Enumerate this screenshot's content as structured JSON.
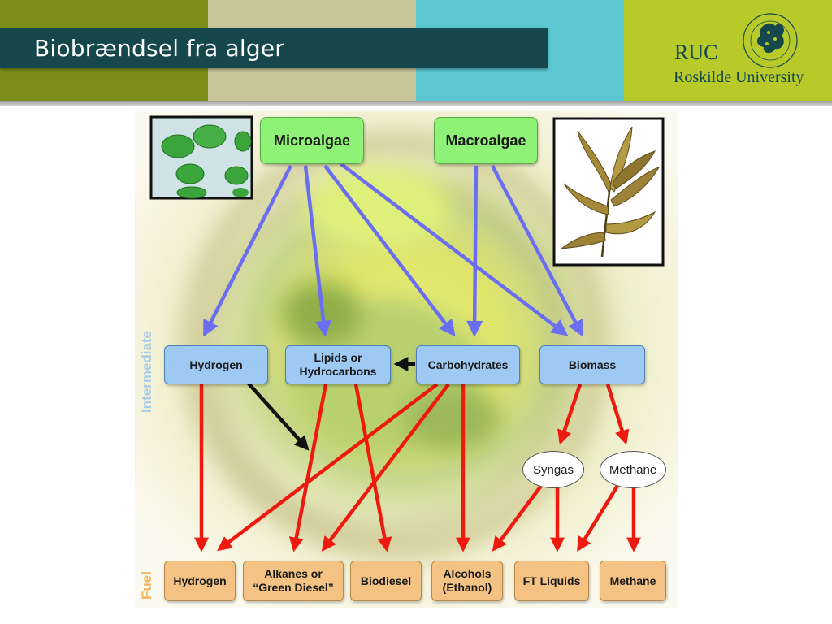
{
  "slide": {
    "title": "Biobrændsel fra alger",
    "logo_name": "RUC",
    "logo_subtitle": "Roskilde University"
  },
  "colors": {
    "band1": "#7d8f19",
    "band2": "#c9c59a",
    "band3": "#5cc7d0",
    "band4": "#b7ca2a",
    "title_bar": "#15474d",
    "arrow_blue": "#6b6ef0",
    "arrow_red": "#ee1a10",
    "arrow_black": "#111111"
  },
  "icons": {
    "logo": "university-seal-icon",
    "microalgae_photo": "microalgae-cells-image",
    "macroalgae_photo": "seaweed-image"
  },
  "diagram": {
    "sources": {
      "microalgae": "Microalgae",
      "macroalgae": "Macroalgae"
    },
    "intermediate_label": "Intermediate",
    "fuel_label": "Fuel",
    "intermediates": {
      "hydrogen": "Hydrogen",
      "lipids_line1": "Lipids or",
      "lipids_line2": "Hydrocarbons",
      "carbohydrates": "Carbohydrates",
      "biomass": "Biomass"
    },
    "gases": {
      "syngas": "Syngas",
      "methane": "Methane"
    },
    "fuels": {
      "hydrogen": "Hydrogen",
      "alkanes_line1": "Alkanes or",
      "alkanes_line2": "“Green Diesel”",
      "biodiesel": "Biodiesel",
      "alcohols_line1": "Alcohols",
      "alcohols_line2": "(Ethanol)",
      "ft_liquids": "FT Liquids",
      "methane": "Methane"
    }
  }
}
